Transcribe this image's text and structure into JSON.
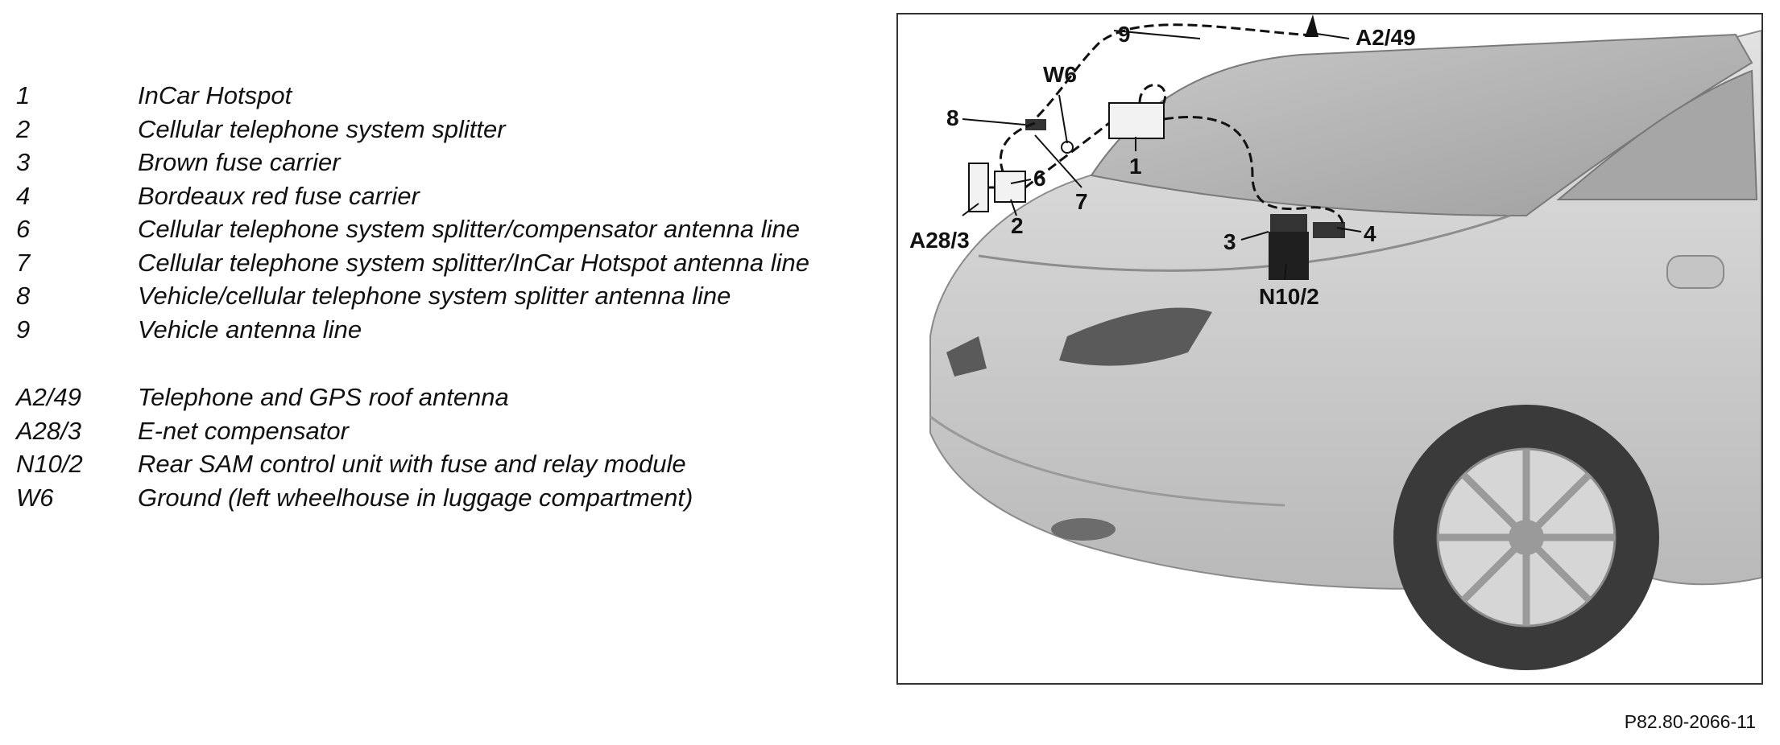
{
  "legend": {
    "numbered": [
      {
        "code": "1",
        "desc": "InCar Hotspot"
      },
      {
        "code": "2",
        "desc": "Cellular telephone system splitter"
      },
      {
        "code": "3",
        "desc": "Brown fuse carrier"
      },
      {
        "code": "4",
        "desc": "Bordeaux red fuse carrier"
      },
      {
        "code": "6",
        "desc": "Cellular telephone system splitter/compensator antenna line"
      },
      {
        "code": "7",
        "desc": "Cellular telephone system splitter/InCar Hotspot antenna line"
      },
      {
        "code": "8",
        "desc": "Vehicle/cellular telephone system splitter antenna line"
      },
      {
        "code": "9",
        "desc": "Vehicle antenna line"
      }
    ],
    "components": [
      {
        "code": "A2/49",
        "desc": "Telephone and GPS roof antenna"
      },
      {
        "code": "A28/3",
        "desc": "E-net compensator"
      },
      {
        "code": "N10/2",
        "desc": "Rear SAM control unit with fuse and relay module"
      },
      {
        "code": "W6",
        "desc": "Ground (left wheelhouse in luggage compartment)"
      }
    ]
  },
  "callouts": {
    "c1": "1",
    "c2": "2",
    "c3": "3",
    "c4": "4",
    "c6": "6",
    "c7": "7",
    "c8": "8",
    "c9": "9",
    "a2_49": "A2/49",
    "a28_3": "A28/3",
    "n10_2": "N10/2",
    "w6": "W6"
  },
  "figure_id": "P82.80-2066-11",
  "colors": {
    "car_body": "#cfcfcf",
    "car_shade": "#a9a9a9",
    "wheel": "#3a3a3a",
    "line": "#111111"
  }
}
